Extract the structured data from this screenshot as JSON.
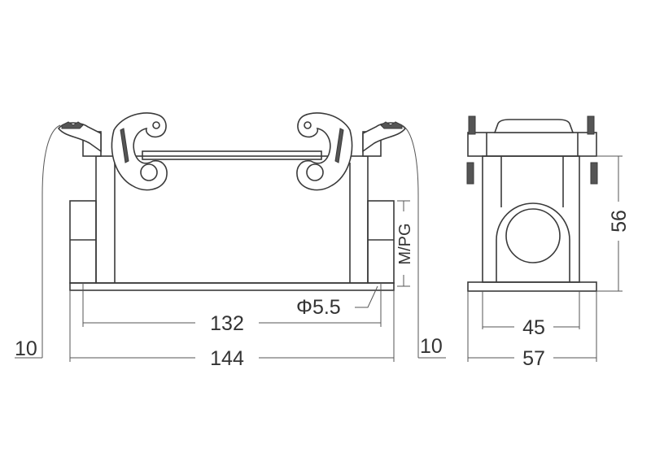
{
  "title": "Hood dimension drawing",
  "front_view": {
    "width_inner": "132",
    "width_outer": "144",
    "hole_diameter": "Φ5.5",
    "thread_label": "M/PG",
    "lever_clearance_left": "10",
    "lever_clearance_right": "10"
  },
  "side_view": {
    "height": "56",
    "width_inner": "45",
    "width_outer": "57"
  }
}
